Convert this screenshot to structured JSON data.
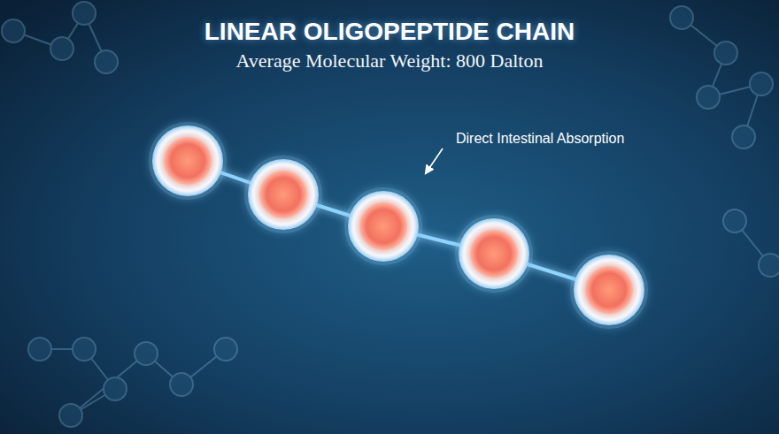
{
  "diagram": {
    "title": "LINEAR OLIGOPEPTIDE CHAIN",
    "labels": [
      "Average Molecular Weight: 800 Dalton",
      "Direct Intestinal Absorption"
    ]
  }
}
